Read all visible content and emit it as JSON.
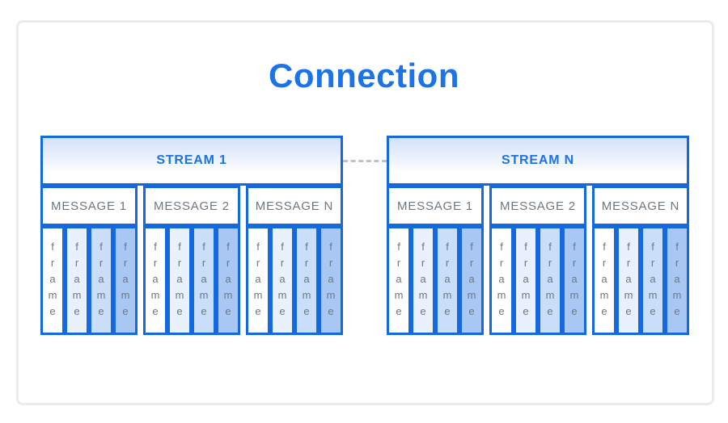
{
  "title": "Connection",
  "colors": {
    "accent_blue": "#1a73e8",
    "border_blue": "#1569e0",
    "text_gray": "#6d7780",
    "dash_gray": "#bfc3c7",
    "panel_border": "#e9ebed",
    "header_gradient_top": "#d2e1f9",
    "frame_fills": [
      "#ffffff",
      "#e9f1fd",
      "#cbdef9",
      "#a9c7f3"
    ]
  },
  "streams": [
    {
      "label": "STREAM 1",
      "messages": [
        {
          "label": "MESSAGE 1",
          "frames": [
            "frame",
            "frame",
            "frame",
            "frame"
          ]
        },
        {
          "label": "MESSAGE 2",
          "frames": [
            "frame",
            "frame",
            "frame",
            "frame"
          ]
        },
        {
          "label": "MESSAGE N",
          "frames": [
            "frame",
            "frame",
            "frame",
            "frame"
          ]
        }
      ]
    },
    {
      "label": "STREAM N",
      "messages": [
        {
          "label": "MESSAGE 1",
          "frames": [
            "frame",
            "frame",
            "frame",
            "frame"
          ]
        },
        {
          "label": "MESSAGE 2",
          "frames": [
            "frame",
            "frame",
            "frame",
            "frame"
          ]
        },
        {
          "label": "MESSAGE N",
          "frames": [
            "frame",
            "frame",
            "frame",
            "frame"
          ]
        }
      ]
    }
  ]
}
